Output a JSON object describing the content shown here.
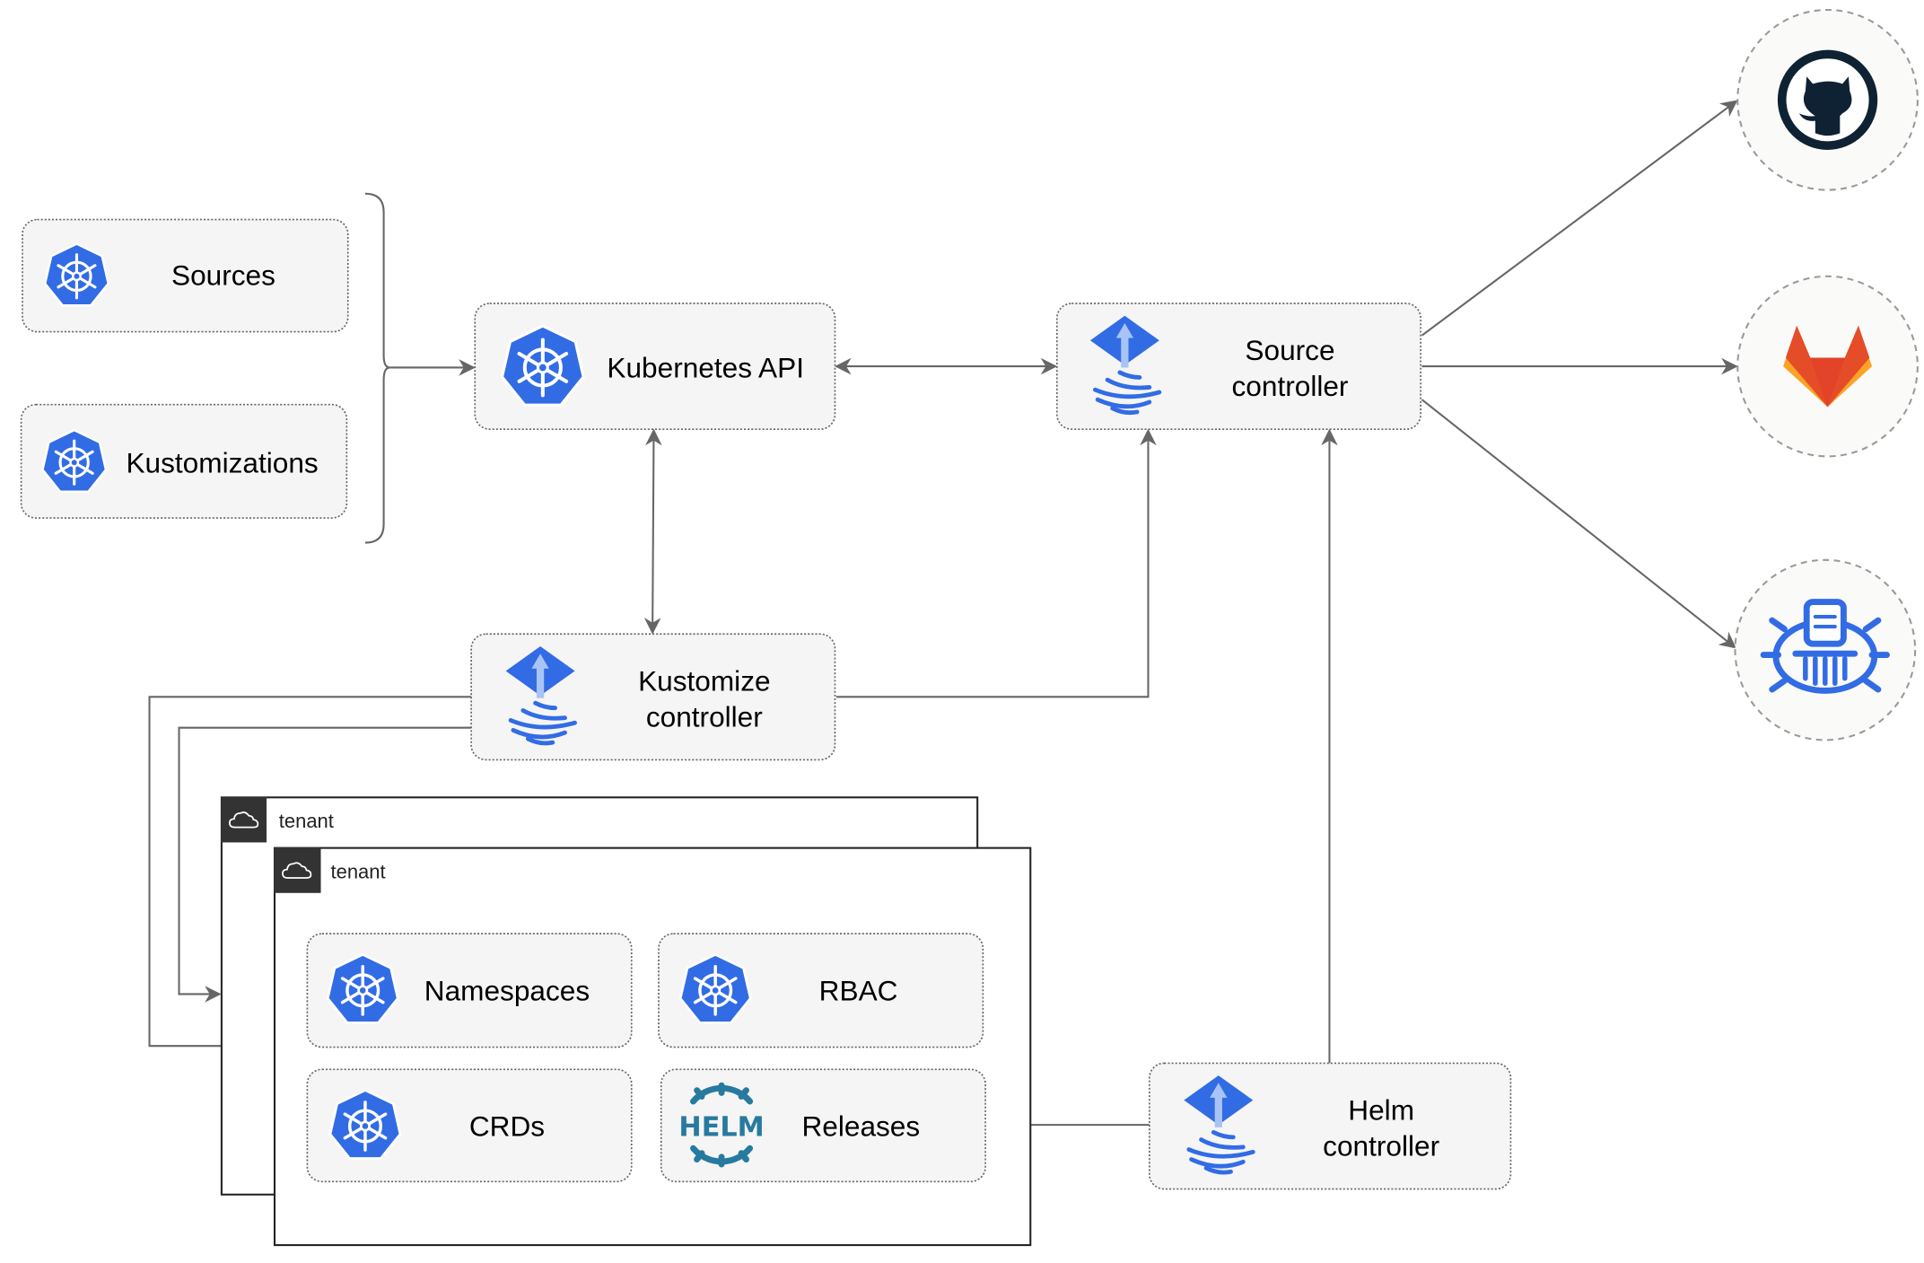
{
  "nodes": {
    "sources": "Sources",
    "kustomizations": "Kustomizations",
    "kubernetes_api": "Kubernetes API",
    "source_controller": [
      "Source",
      "controller"
    ],
    "kustomize_controller": [
      "Kustomize",
      "controller"
    ],
    "helm_controller": [
      "Helm",
      "controller"
    ],
    "namespaces": "Namespaces",
    "rbac": "RBAC",
    "crds": "CRDs",
    "releases": "Releases",
    "helm_logo_text": "HELM"
  },
  "tenants": [
    {
      "label": "tenant",
      "icon": "cloud-icon"
    },
    {
      "label": "tenant",
      "icon": "cloud-icon"
    }
  ],
  "repositories": [
    {
      "name": "github",
      "icon": "github-icon"
    },
    {
      "name": "gitlab",
      "icon": "gitlab-icon"
    },
    {
      "name": "helm-repository",
      "icon": "helm-repository-icon"
    }
  ],
  "colors": {
    "kubernetes_blue": "#326ce5",
    "helm_teal": "#277a9f",
    "gitlab_orange": "#e24329",
    "github_dark": "#0f2233",
    "edge": "#666666"
  }
}
